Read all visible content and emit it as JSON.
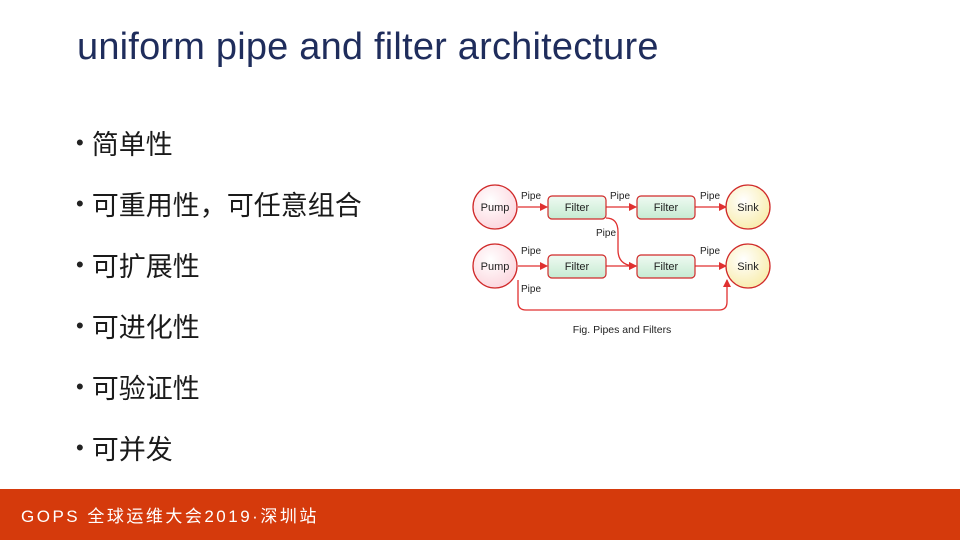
{
  "slide": {
    "title": "uniform pipe and filter architecture",
    "bullet_char": "•",
    "bullets": [
      "简单性",
      "可重用性，可任意组合",
      "可扩展性",
      "可进化性",
      "可验证性",
      "可并发"
    ]
  },
  "diagram": {
    "caption": "Fig. Pipes and Filters",
    "pump_1": "Pump",
    "pump_2": "Pump",
    "filter_1": "Filter",
    "filter_2": "Filter",
    "filter_3": "Filter",
    "filter_4": "Filter",
    "sink_1": "Sink",
    "sink_2": "Sink",
    "pipe_1": "Pipe",
    "pipe_2": "Pipe",
    "pipe_3": "Pipe",
    "pipe_4": "Pipe",
    "pipe_5": "Pipe",
    "pipe_6": "Pipe",
    "pipe_7": "Pipe"
  },
  "footer": {
    "text": "GOPS 全球运维大会2019·深圳站"
  },
  "colors": {
    "title": "#1f2d5c",
    "footer_bg": "#d53a0c",
    "arrow": "#e03030",
    "filter_fill": "#d8f2e0",
    "sink_fill": "#fbf3c6",
    "pump_fill": "#fde3e8"
  }
}
